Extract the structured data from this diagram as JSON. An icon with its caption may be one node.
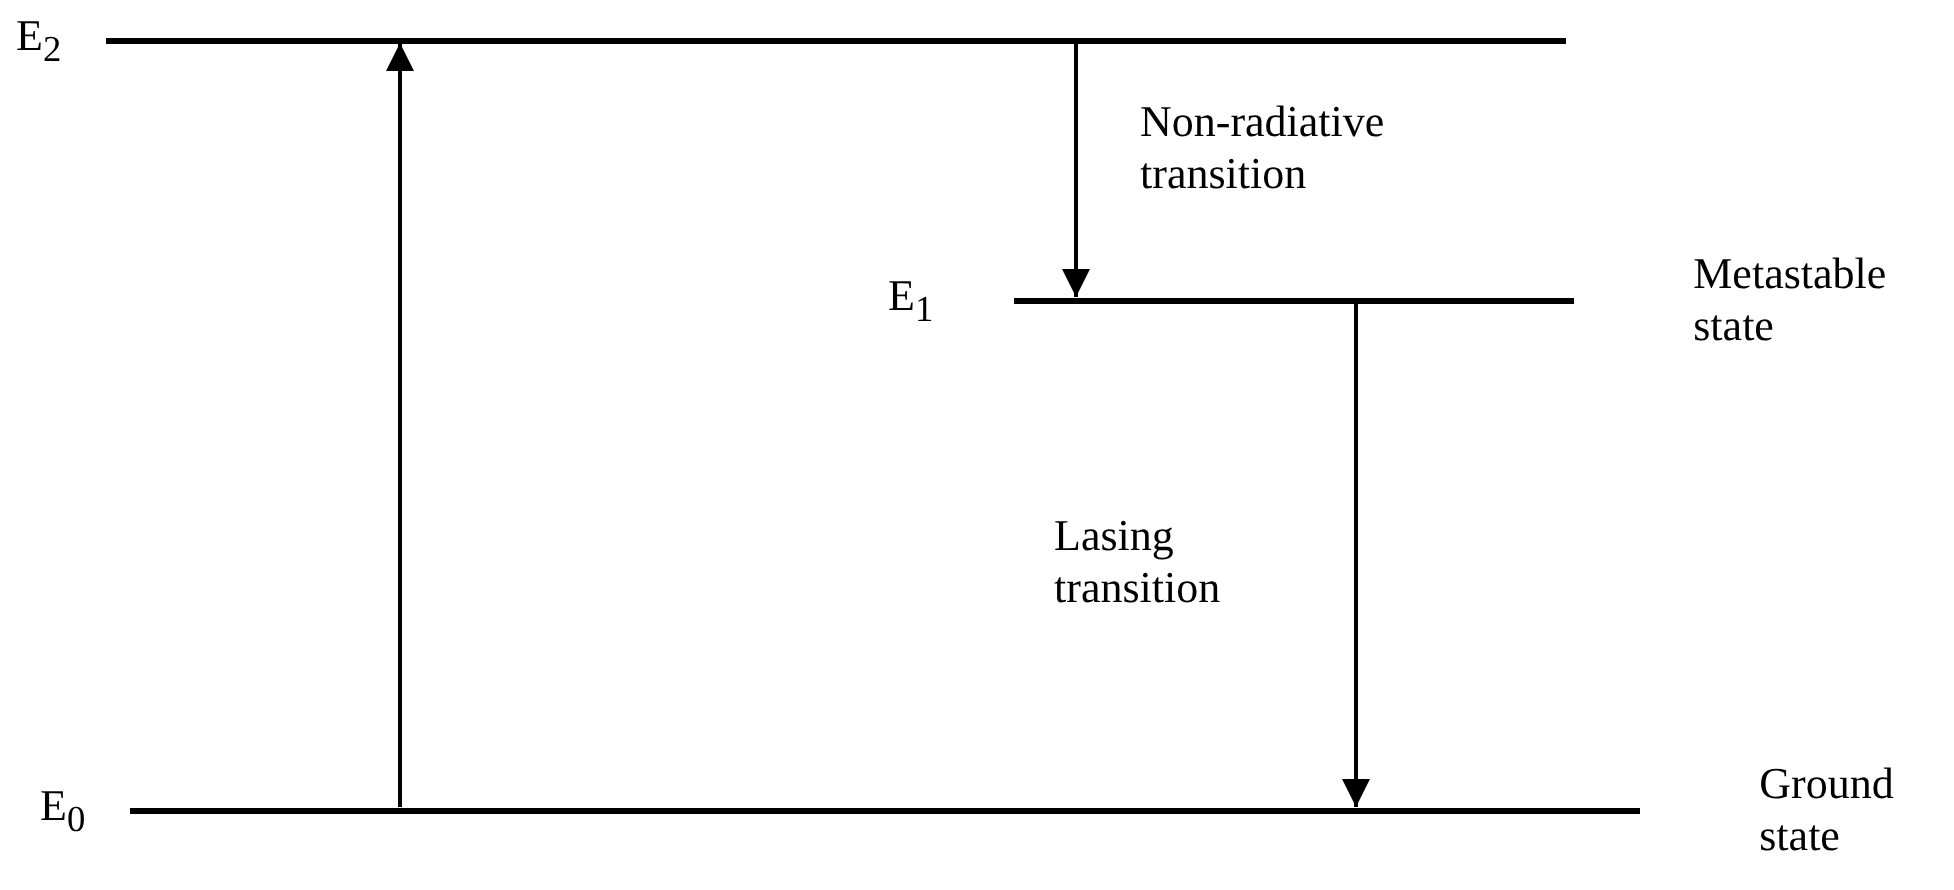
{
  "diagram": {
    "nodes": [
      {
        "text": [
          "E$_{2}$"
        ]
      },
      {
        "text": [
          "E$_{1}$"
        ],
        "beside": [
          "Metastable state"
        ]
      },
      {
        "text": [
          "E$_{0}$"
        ],
        "beside": [
          "Ground state"
        ]
      }
    ],
    "edges": [
      {
        "from": 2,
        "to": 0,
        "arrow": "to"
      },
      {
        "from": 0,
        "to": 1,
        "arrow": "to",
        "label": "Non-radiative transition"
      },
      {
        "from": 1,
        "to": 2,
        "arrow": "to",
        "label": "Lasing transition"
      }
    ]
  }
}
